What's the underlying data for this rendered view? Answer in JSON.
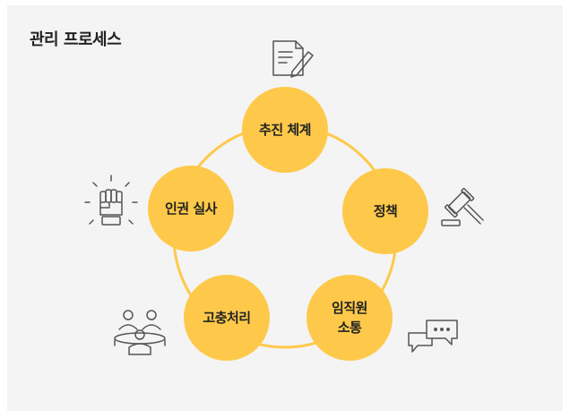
{
  "title": "관리 프로세스",
  "colors": {
    "panel_bg": "#f4f4f4",
    "node_fill": "#fec94a",
    "ring": "#fec94a",
    "icon_stroke": "#555555"
  },
  "nodes": [
    {
      "id": "promotion",
      "lines": [
        "추진 체계"
      ],
      "icon": "document-pen-icon"
    },
    {
      "id": "policy",
      "lines": [
        "정책"
      ],
      "icon": "gavel-icon"
    },
    {
      "id": "communication",
      "lines": [
        "임직원",
        "소통"
      ],
      "icon": "chat-bubbles-icon"
    },
    {
      "id": "grievance",
      "lines": [
        "고충처리"
      ],
      "icon": "meeting-people-icon"
    },
    {
      "id": "due-diligence",
      "lines": [
        "인권 실사"
      ],
      "icon": "raised-fist-icon"
    }
  ]
}
